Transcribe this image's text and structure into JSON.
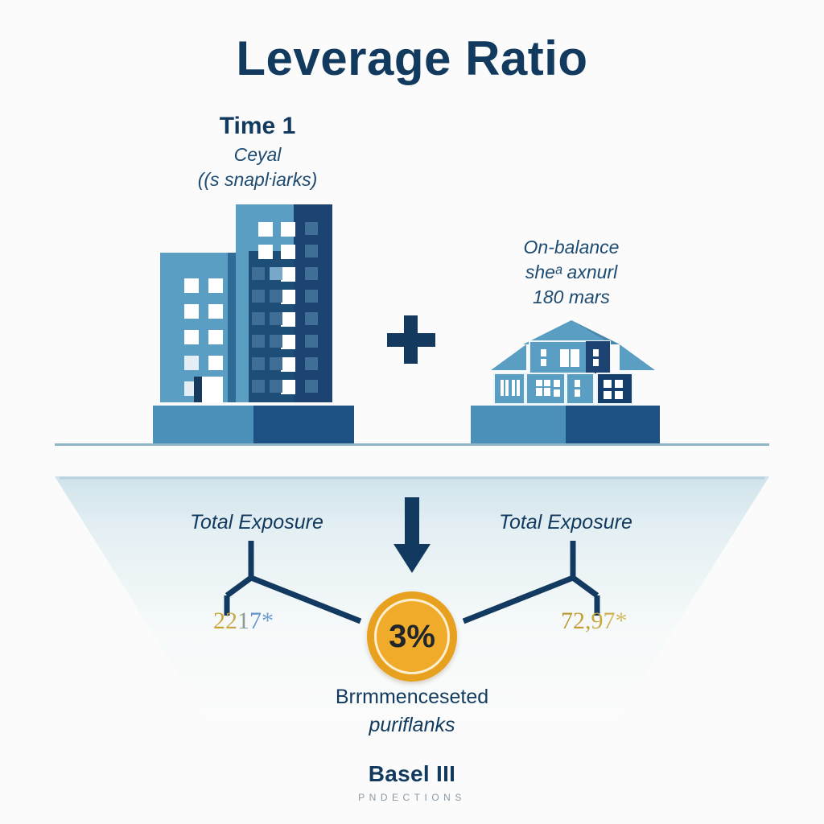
{
  "title": "Leverage Ratio",
  "left_caption": {
    "main": "Time 1",
    "sub": "Ceyal",
    "sub2": "((s snapŀiarks)"
  },
  "right_caption": {
    "line1": "On-balance",
    "line2": "sheᵃ axnurl",
    "line3": "180 mars"
  },
  "operator": "+",
  "labels": {
    "exposure_left": "Total Exposure",
    "exposure_right": "Total Exposure"
  },
  "values": {
    "left": "2217*",
    "right": "72,97*"
  },
  "coin": {
    "value": "3%"
  },
  "bottom_caption": {
    "line1": "Brrmmenceseted",
    "line2": "puriflanks"
  },
  "footer": {
    "brand": "Basel III",
    "tagline": "PNDECTIONS"
  },
  "icons": {
    "plus": "plus-icon",
    "arrow": "arrow-down-icon",
    "towers": "office-buildings-icon",
    "house": "house-icon"
  },
  "colors": {
    "background": "#fafbfa",
    "navy": "#123a5e",
    "dark_navy": "#13395f",
    "mid_blue": "#4a90b8",
    "deep_blue": "#1d5183",
    "light_blue": "#5a9ec4",
    "coin_gold": "#e8a11e",
    "coin_gold_light": "#f0ab2a",
    "gold_text": "#c9a227",
    "ground_line": "#8fb4c6",
    "footer_gray": "#8c9aa5"
  }
}
